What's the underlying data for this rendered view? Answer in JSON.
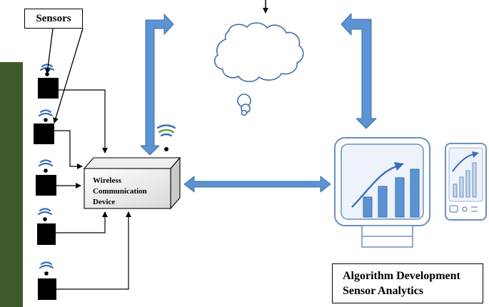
{
  "labels": {
    "sensors": "Sensors",
    "device_line1": "Wireless",
    "device_line2": "Communication",
    "device_line3": "Device",
    "analytics_line1": "Algorithm Development",
    "analytics_line2": "Sensor Analytics"
  },
  "icons": {
    "sensor": "wireless-sensor-icon",
    "cloud": "cloud-icon",
    "monitor": "analytics-monitor-icon",
    "phone": "smartphone-icon"
  },
  "colors": {
    "arrow_blue": "#5b93d3",
    "arrow_edge": "#3f6fa6",
    "wall_green": "#3e5a2a",
    "wifi_blue": "#3a6fb8",
    "wifi_green": "#5aa33a",
    "screen_bg": "#eef3fb"
  }
}
